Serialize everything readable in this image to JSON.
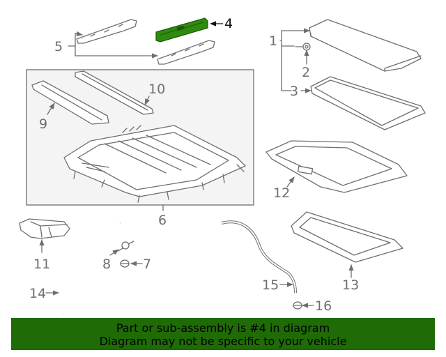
{
  "diagram": {
    "callouts": [
      "1",
      "2",
      "3",
      "4",
      "5",
      "6",
      "7",
      "8",
      "9",
      "10",
      "11",
      "12",
      "13",
      "14",
      "15",
      "16"
    ],
    "highlighted_part": "4",
    "colors": {
      "line": "#6e6e6e",
      "highlight": "#2e8b0f",
      "banner": "#1f6b06",
      "frame_fill": "#f4f4f4"
    }
  },
  "banner": {
    "line1": "Part or sub-assembly is #4 in diagram",
    "line2": "Diagram may not be specific to your vehicle"
  }
}
